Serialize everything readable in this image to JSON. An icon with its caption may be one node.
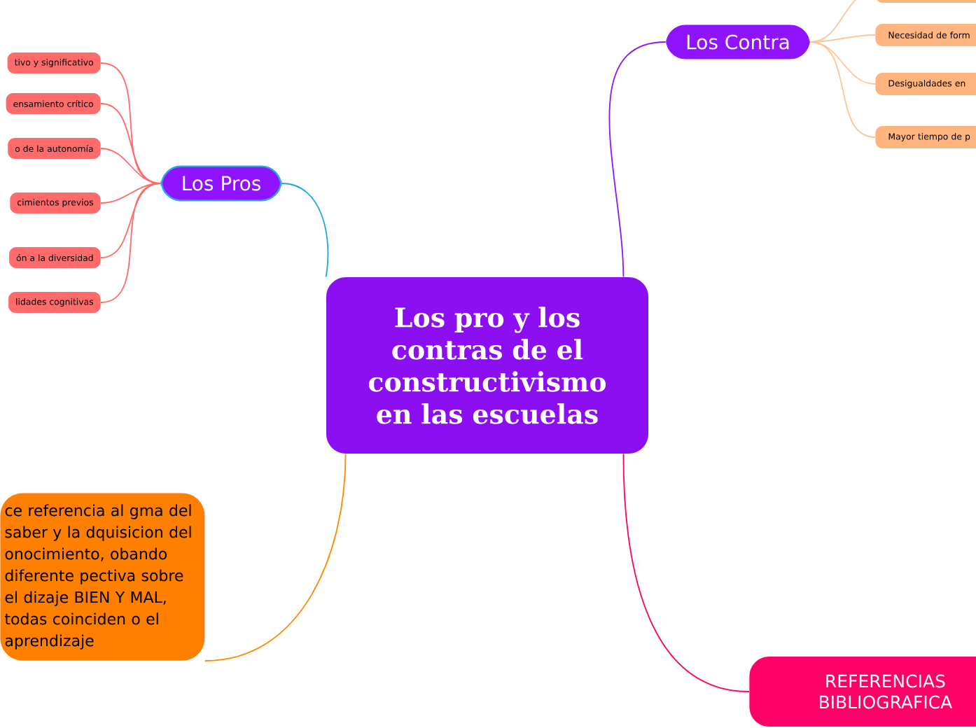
{
  "diagram": {
    "nodes": [
      {
        "text": [
          "Los pro y los contras de el constructivismo en las escuelas"
        ]
      },
      {
        "text": [
          "Los Pros"
        ]
      },
      {
        "text": [
          "Los Contra"
        ]
      },
      {
        "text": [
          "tivo y significativo"
        ]
      },
      {
        "text": [
          "ensamiento crítico"
        ]
      },
      {
        "text": [
          "o de la autonomía"
        ]
      },
      {
        "text": [
          "cimientos previos"
        ]
      },
      {
        "text": [
          "ón a la diversidad"
        ]
      },
      {
        "text": [
          "lidades cognitivas"
        ]
      },
      {
        "text": [],
        "shape": "box"
      },
      {
        "text": [
          "Necesidad de form"
        ]
      },
      {
        "text": [
          "Desigualdades en"
        ]
      },
      {
        "text": [
          "Mayor tiempo de p"
        ]
      },
      {
        "text": [
          "ce referencia al gma  del saber y la dquisicion del onocimiento, obando diferente pectiva sobre el dizaje BIEN Y MAL, todas coinciden o el aprendizaje"
        ]
      },
      {
        "text": [
          "REFERENCIAS BIBLIOGRAFICA"
        ]
      }
    ],
    "edges": [
      {
        "from": 0,
        "to": 1,
        "arrow": "none",
        "color": "#1ea7e1"
      },
      {
        "from": 0,
        "to": 2,
        "arrow": "none",
        "color": "#9013fe"
      },
      {
        "from": 0,
        "to": 13,
        "arrow": "none",
        "color": "#ff8a00"
      },
      {
        "from": 0,
        "to": 14,
        "arrow": "none",
        "color": "#ff0066"
      },
      {
        "from": 1,
        "to": 3,
        "arrow": "none",
        "color": "#ff6b6b"
      },
      {
        "from": 1,
        "to": 4,
        "arrow": "none",
        "color": "#ff6b6b"
      },
      {
        "from": 1,
        "to": 5,
        "arrow": "none",
        "color": "#ff6b6b"
      },
      {
        "from": 1,
        "to": 6,
        "arrow": "none",
        "color": "#ff6b6b"
      },
      {
        "from": 1,
        "to": 7,
        "arrow": "none",
        "color": "#ff6b6b"
      },
      {
        "from": 1,
        "to": 8,
        "arrow": "none",
        "color": "#ff6b6b"
      },
      {
        "from": 2,
        "to": 9,
        "arrow": "none",
        "color": "#ffc59a"
      },
      {
        "from": 2,
        "to": 10,
        "arrow": "none",
        "color": "#ffc59a"
      },
      {
        "from": 2,
        "to": 11,
        "arrow": "none",
        "color": "#ffc59a"
      },
      {
        "from": 2,
        "to": 12,
        "arrow": "none",
        "color": "#ffc59a"
      }
    ]
  }
}
